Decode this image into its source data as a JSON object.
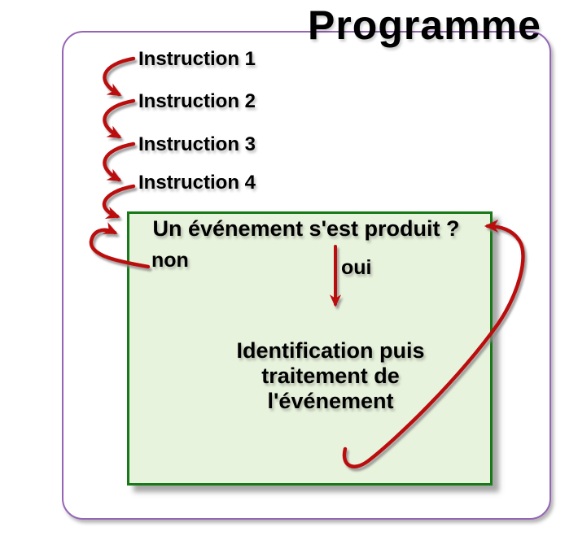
{
  "title": "Programme",
  "instructions": [
    "Instruction 1",
    "Instruction 2",
    "Instruction 3",
    "Instruction 4"
  ],
  "event_box": {
    "question": "Un événement s'est produit ?",
    "no_label": "non",
    "yes_label": "oui",
    "handler_lines": [
      "Identification puis",
      "traitement de",
      "l'événement"
    ]
  },
  "colors": {
    "arrow_red": "#bb0a0a",
    "frame_purple": "#9565b5",
    "box_border_green": "#177917",
    "box_fill_green": "#e8f3dd"
  }
}
